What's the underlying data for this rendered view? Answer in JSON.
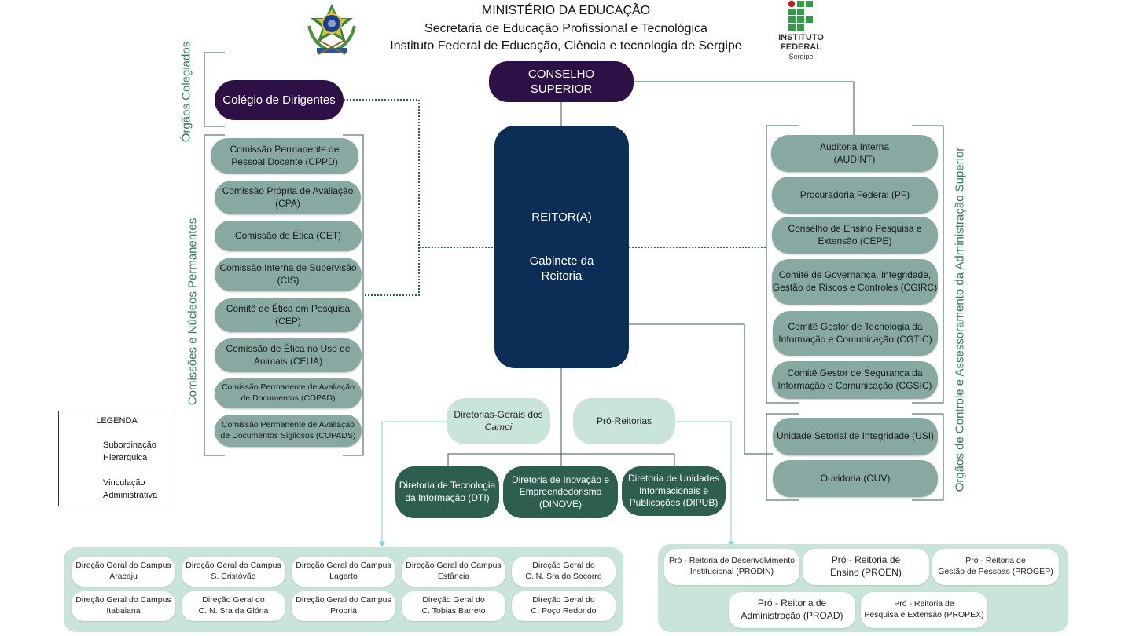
{
  "header": {
    "line1": "MINISTÉRIO DA EDUCAÇÃO",
    "line2": "Secretaria de Educação Profissional e Tecnológica",
    "line3": "Instituto Federal de Educação, Ciência e tecnologia de Sergipe"
  },
  "logo_right": {
    "line1": "INSTITUTO",
    "line2": "FEDERAL",
    "line3": "Sergipe"
  },
  "colors": {
    "dark_purple": "#2d1045",
    "navy": "#0c2d55",
    "sage": "#88a9a2",
    "mint": "#c9e4d8",
    "forest": "#2d5e4f",
    "label_green": "#2e7a5c",
    "if_green": "#2f9e41",
    "if_red": "#c8191e"
  },
  "conselho": "CONSELHO\nSUPERIOR",
  "colegio": "Colégio de Dirigentes",
  "reitor": {
    "title": "REITOR(A)",
    "subtitle": "Gabinete da\nReitoria"
  },
  "side_labels": {
    "orgaos_colegiados": "Órgãos\nColegiados",
    "comissoes": "Comissões e Núcleos Permanentes",
    "controle": "Órgãos de Controle e Assessoramento da Administração Superior"
  },
  "comissoes": [
    "Comissão Permanente de\nPessoal Docente (CPPD)",
    "Comissão Própria de Avaliação\n(CPA)",
    "Comissão de Ética (CET)",
    "Comissão Interna de Supervisão\n(CIS)",
    "Comitê de Ética em Pesquisa\n(CEP)",
    "Comissão de Ética no Uso de\nAnimais (CEUA)",
    "Comissão Permanente de Avaliação\nde Documentos  (COPAD)",
    "Comissão Permanente de Avaliação\nde Documentos Sigilosos  (COPADS)"
  ],
  "controle": [
    "Auditoria Interna\n(AUDINT)",
    "Procuradoria Federal (PF)",
    "Conselho de Ensino Pesquisa e\nExtensão (CEPE)",
    "Comitê de Governança, Integridade,\nGestão de Riscos e Controles (CGIRC)",
    "Comitê Gestor de Tecnologia da\nInformação e Comunicação (CGTIC)",
    "Comitê Gestor de Segurança da\nInformação e Comunicação (CGSIC)"
  ],
  "controle_lower": [
    "Unidade Setorial de Integridade (USI)",
    "Ouvidoria (OUV)"
  ],
  "diretorias_gerais": {
    "line1": "Diretorias-Gerais dos",
    "line2": "Campi"
  },
  "pro_reitorias": "Pró-Reitorias",
  "diretorias": [
    "Diretoria de Tecnologia\nda Informação (DTI)",
    "Diretoria de Inovação e\nEmpreendedorismo\n(DINOVE)",
    "Diretoria de Unidades\nInformacionais e\nPublicações (DIPUB)"
  ],
  "campi": [
    "Direção Geral do Campus\nAracaju",
    "Direção Geral do Campus\nS. Cristóvão",
    "Direção Geral do Campus\nLagarto",
    "Direção Geral do Campus\nEstância",
    "Direção Geral do\nC. N. Sra do Socorro",
    "Direção Geral do Campus\nItabaiana",
    "Direção Geral do\nC. N. Sra da Glória",
    "Direção Geral do Campus\nPropriá",
    "Direção Geral do\nC. Tobias Barreto",
    "Direção Geral do\nC. Poço Redondo"
  ],
  "pro_reitorias_list": [
    "Pró - Reitoria de Desenvolvimento\nInstitucional (PRODIN)",
    "Pró - Reitoria de\nEnsino (PROEN)",
    "Pró - Reitoria de\nGestão de Pessoas (PROGEP)",
    "Pró - Reitoria de\nAdministração (PROAD)",
    "Pró - Reitoria de\nPesquisa e Extensão (PROPEX)"
  ],
  "legend": {
    "title": "LEGENDA",
    "solid": "Subordinação\nHierarquica",
    "dotted": "Vinculação\nAdministrativa"
  }
}
